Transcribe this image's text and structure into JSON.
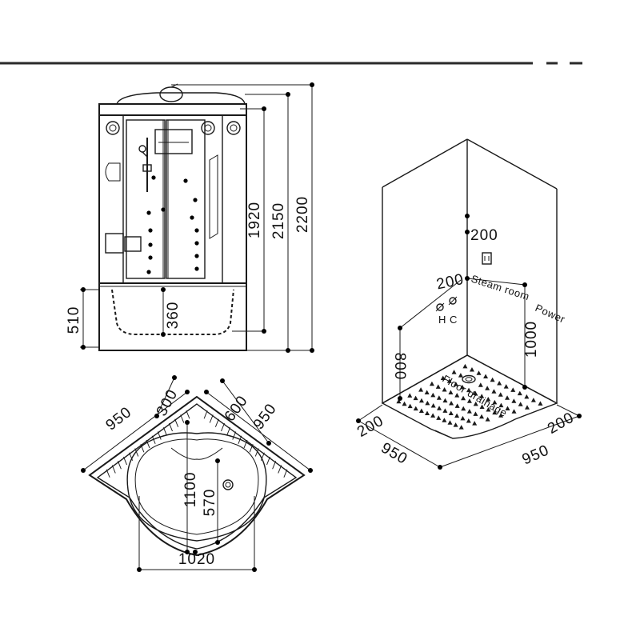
{
  "front_view": {
    "dims": {
      "total_height": "2200",
      "height_2150": "2150",
      "height_1920": "1920",
      "tray_height": "510",
      "tub_depth": "360"
    }
  },
  "plan_view": {
    "dims": {
      "side_left": "950",
      "side_right": "950",
      "offset_300": "300",
      "offset_600": "600",
      "depth": "1100",
      "drain_offset": "570",
      "width": "1020"
    }
  },
  "iso_view": {
    "labels": {
      "steam_room": "Steam room",
      "power": "Power",
      "hot_cold": "H C",
      "floor_drainage": "Floor drainage"
    },
    "dims": {
      "power_height": "200",
      "inlet_height": "200",
      "left_height": "800",
      "right_height": "1000",
      "left_offset": "200",
      "right_offset": "200",
      "left_side": "950",
      "right_side": "950"
    }
  },
  "colors": {
    "line": "#1a1a1a",
    "background": "#ffffff"
  }
}
